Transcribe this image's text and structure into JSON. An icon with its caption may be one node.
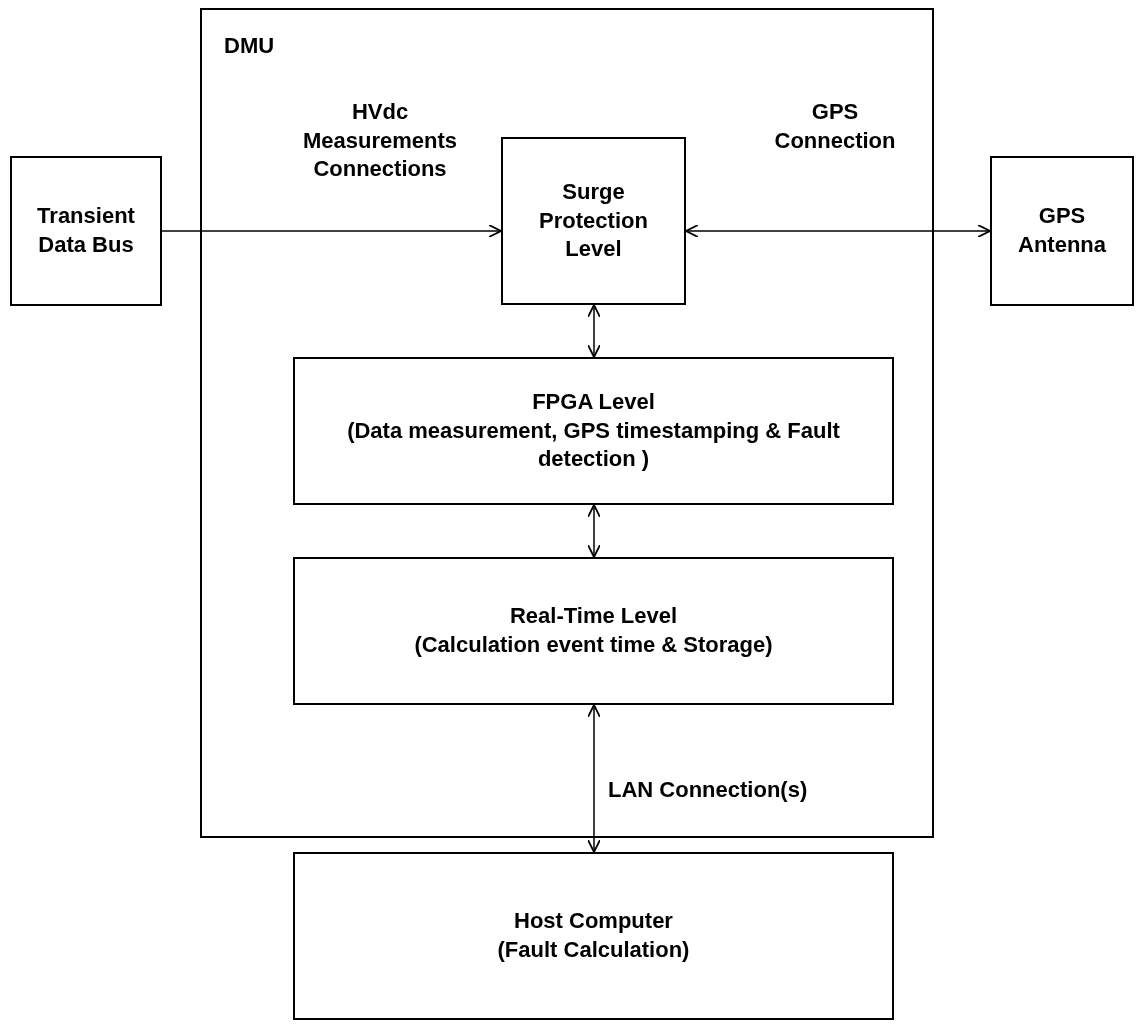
{
  "diagram": {
    "nodes": [
      {
        "text": [
          "DMU"
        ]
      },
      {
        "text": [
          "Transient Data Bus"
        ]
      },
      {
        "text": [
          "Surge Protection Level"
        ],
        "in": 0
      },
      {
        "text": [
          "GPS Antenna"
        ]
      },
      {
        "text": [
          "FPGA Level",
          "(Data measurement, GPS timestamping & Fault detection )"
        ],
        "in": 0
      },
      {
        "text": [
          "Real-Time Level",
          "(Calculation event time & Storage)"
        ],
        "in": 0
      },
      {
        "text": [
          "Host Computer",
          "(Fault Calculation)"
        ]
      }
    ],
    "edges": [
      {
        "from": 1,
        "to": 2,
        "arrow": "to",
        "label": "HVdc Measurements Connections"
      },
      {
        "from": 2,
        "to": 3,
        "arrow": "both",
        "label": "GPS Connection"
      },
      {
        "from": 2,
        "to": 4,
        "arrow": "both"
      },
      {
        "from": 4,
        "to": 5,
        "arrow": "both"
      },
      {
        "from": 5,
        "to": 6,
        "arrow": "both",
        "label": "LAN Connection(s)"
      }
    ]
  }
}
